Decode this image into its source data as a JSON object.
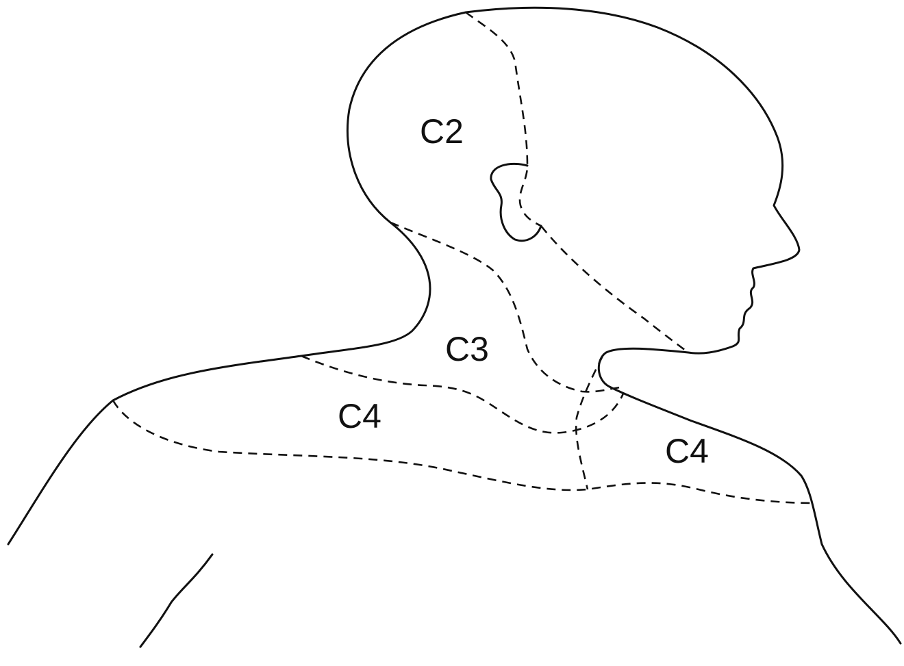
{
  "diagram": {
    "labels": {
      "c2": "C2",
      "c3": "C3",
      "c4_left": "C4",
      "c4_right": "C4"
    }
  }
}
